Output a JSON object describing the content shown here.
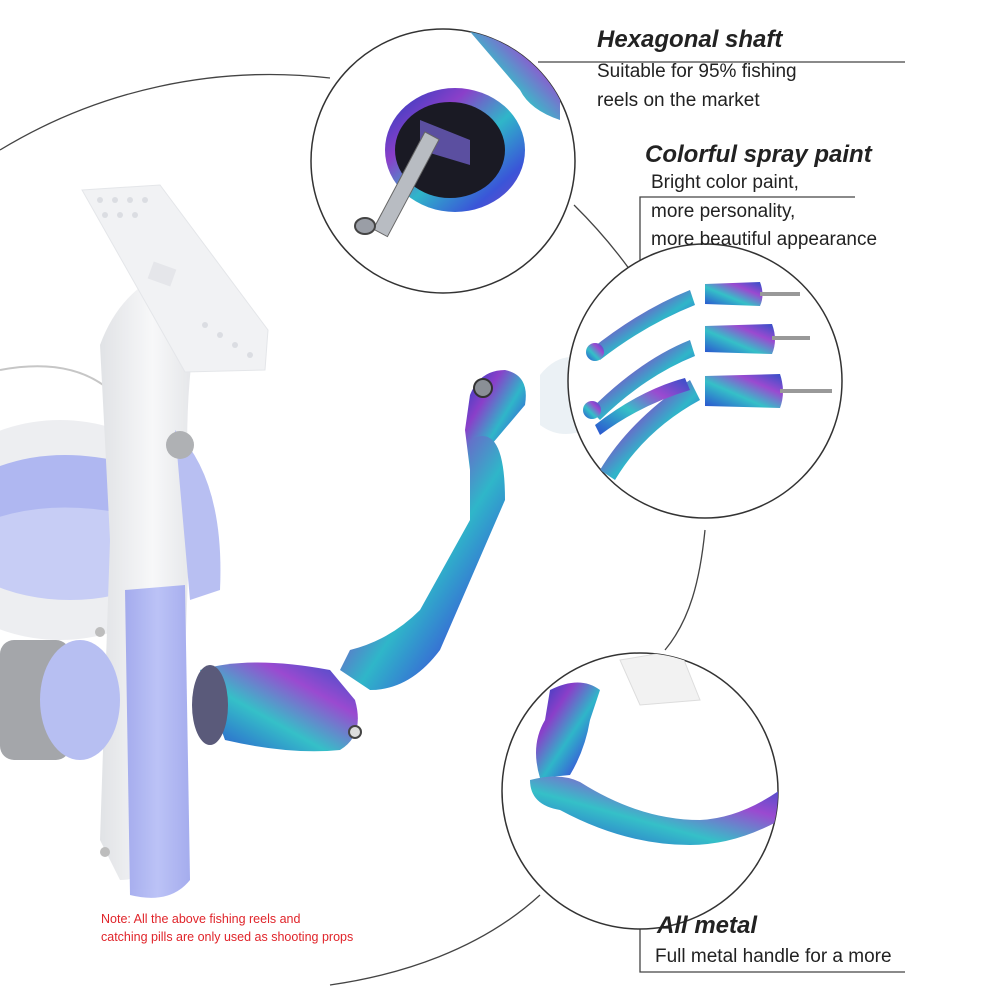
{
  "features": [
    {
      "title": "Hexagonal shaft",
      "lines": [
        "Suitable for 95% fishing",
        "reels on the market"
      ]
    },
    {
      "title": "Colorful spray paint",
      "lines": [
        "Bright color paint,",
        "more personality,",
        "more beautiful appearance"
      ]
    },
    {
      "title": "All metal",
      "lines": [
        "Full metal handle for a more"
      ]
    }
  ],
  "note": {
    "lines": [
      "Note: All the above fishing reels and",
      "catching pills are only used as shooting props"
    ]
  },
  "colors": {
    "accent_blue": "#6a78e8",
    "chrome": "#e2e4e8",
    "note_red": "#e0242a",
    "text": "#222222"
  }
}
